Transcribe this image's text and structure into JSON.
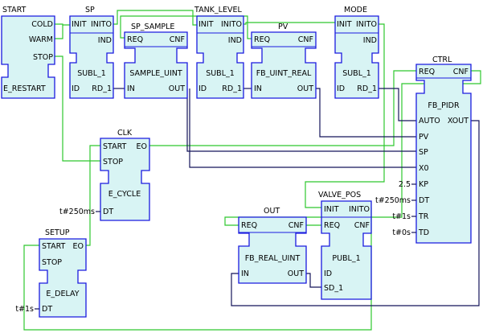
{
  "blocks": {
    "start": {
      "name": "START",
      "type": "E_RESTART",
      "outputs": [
        "COLD",
        "WARM",
        "STOP"
      ]
    },
    "sp": {
      "name": "SP",
      "type": "SUBL_1",
      "event_in": "INIT",
      "event_out": "INITO",
      "data_in": "ID",
      "data_out": "RD_1",
      "ind": "IND"
    },
    "sp_sample": {
      "name": "SP_SAMPLE",
      "type": "SAMPLE_UINT",
      "event_in": "REQ",
      "event_out": "CNF",
      "data_in": "IN",
      "data_out": "OUT"
    },
    "tank_level": {
      "name": "TANK_LEVEL",
      "type": "SUBL_1",
      "event_in": "INIT",
      "event_out": "INITO",
      "data_in": "ID",
      "data_out": "RD_1",
      "ind": "IND"
    },
    "pv": {
      "name": "PV",
      "type": "FB_UINT_REAL",
      "event_in": "REQ",
      "event_out": "CNF",
      "data_in": "IN",
      "data_out": "OUT"
    },
    "mode": {
      "name": "MODE",
      "type": "SUBL_1",
      "event_in": "INIT",
      "event_out": "INITO",
      "data_in": "ID",
      "data_out": "RD_1",
      "ind": "IND"
    },
    "ctrl": {
      "name": "CTRL",
      "type": "FB_PIDR",
      "event_in": "REQ",
      "event_out": "CNF",
      "data_out": "XOUT",
      "data_in": [
        "AUTO",
        "PV",
        "SP",
        "X0",
        "KP",
        "DT",
        "TR",
        "TD"
      ],
      "constants": {
        "KP": "2.5",
        "DT": "t#250ms",
        "TR": "t#1s",
        "TD": "t#0s"
      }
    },
    "clk": {
      "name": "CLK",
      "type": "E_CYCLE",
      "event_in": [
        "START",
        "STOP"
      ],
      "event_out": "EO",
      "data_in": "DT",
      "dt_const": "t#250ms"
    },
    "valve_pos": {
      "name": "VALVE_POS",
      "type": "PUBL_1",
      "event_in": [
        "INIT",
        "REQ"
      ],
      "event_out": [
        "INITO",
        "CNF"
      ],
      "data_in": [
        "ID",
        "SD_1"
      ]
    },
    "out": {
      "name": "OUT",
      "type": "FB_REAL_UINT",
      "event_in": "REQ",
      "event_out": "CNF",
      "data_in": "IN",
      "data_out": "OUT"
    },
    "setup": {
      "name": "SETUP",
      "type": "E_DELAY",
      "event_in": [
        "START",
        "STOP"
      ],
      "event_out": "EO",
      "data_in": "DT",
      "dt_const": "t#1s"
    }
  }
}
